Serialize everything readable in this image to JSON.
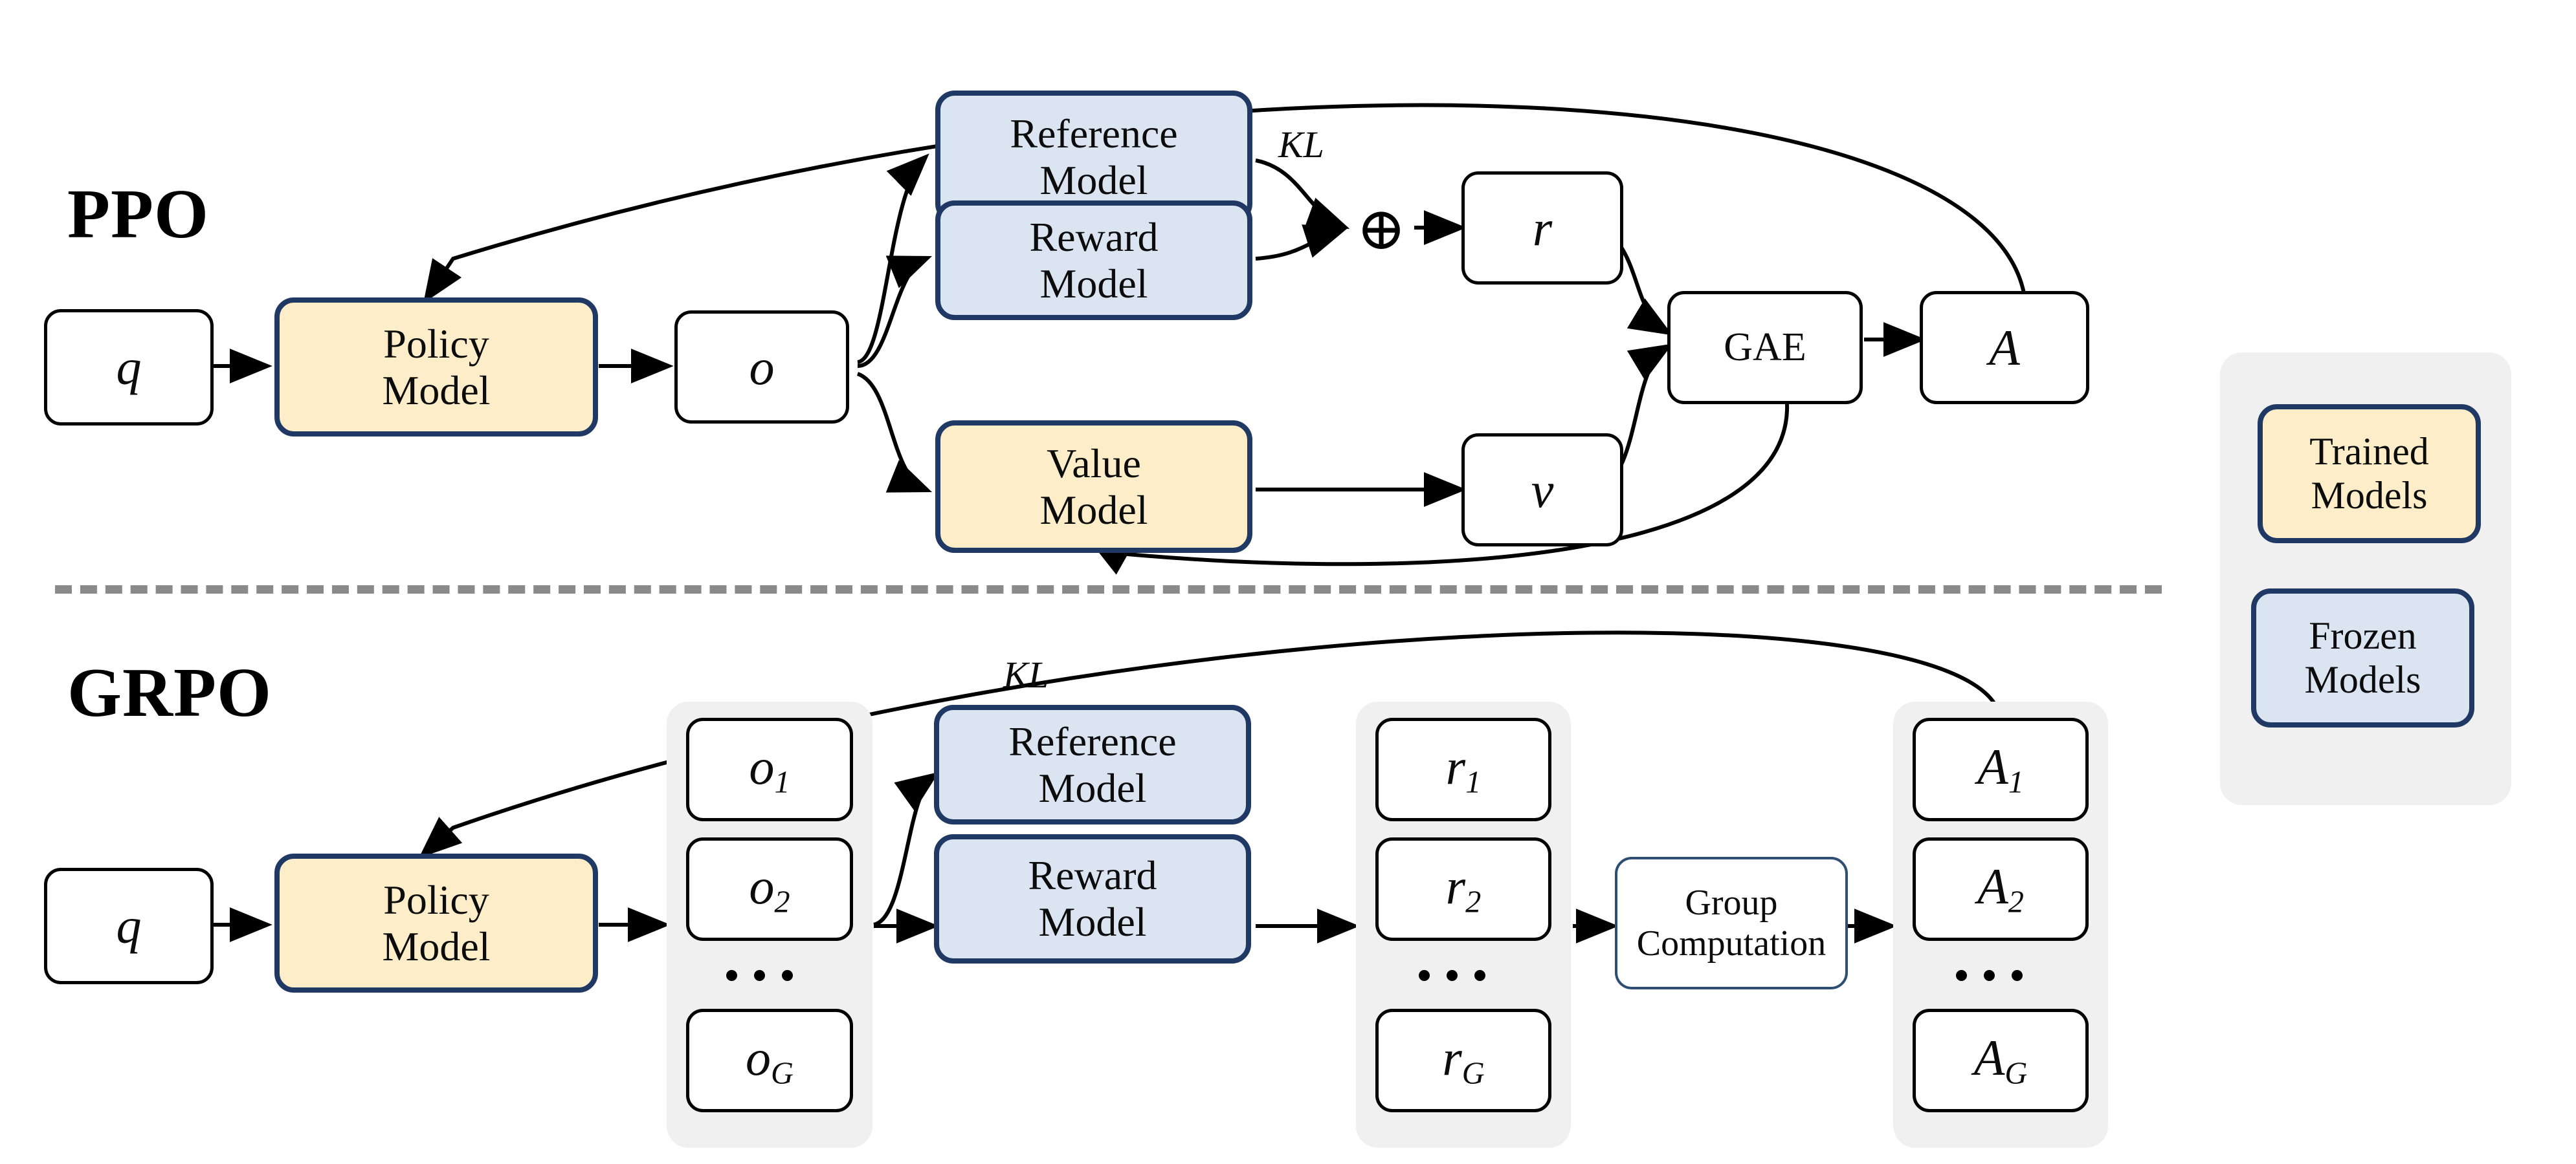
{
  "figure": {
    "type": "diagram",
    "description": "Comparison of PPO and GRPO reinforcement-learning pipelines"
  },
  "sections": {
    "ppo": {
      "title": "PPO",
      "nodes": {
        "q": "q",
        "policy_model": "Policy\nModel",
        "o": "o",
        "reference_model": "Reference\nModel",
        "reward_model": "Reward\nModel",
        "value_model": "Value\nModel",
        "r": "r",
        "v": "v",
        "gae": "GAE",
        "a": "A"
      },
      "annotations": {
        "kl": "KL",
        "oplus": "⊕"
      }
    },
    "grpo": {
      "title": "GRPO",
      "nodes": {
        "q": "q",
        "policy_model": "Policy\nModel",
        "reference_model": "Reference\nModel",
        "reward_model": "Reward\nModel",
        "group_computation": "Group\nComputation"
      },
      "annotations": {
        "kl": "KL",
        "ellipsis": "…"
      },
      "outputs_group": {
        "items": [
          "o₁",
          "o₂",
          "o_G"
        ],
        "item_1": "o",
        "item_1_sub": "1",
        "item_2": "o",
        "item_2_sub": "2",
        "item_3": "o",
        "item_3_sub": "G"
      },
      "rewards_group": {
        "items": [
          "r₁",
          "r₂",
          "r_G"
        ],
        "item_1": "r",
        "item_1_sub": "1",
        "item_2": "r",
        "item_2_sub": "2",
        "item_3": "r",
        "item_3_sub": "G"
      },
      "advantages_group": {
        "items": [
          "A₁",
          "A₂",
          "A_G"
        ],
        "item_1": "A",
        "item_1_sub": "1",
        "item_2": "A",
        "item_2_sub": "2",
        "item_3": "A",
        "item_3_sub": "G"
      }
    }
  },
  "legend": {
    "items": [
      {
        "label": "Trained\nModels",
        "swatch": "#fdeec9"
      },
      {
        "label": "Frozen\nModels",
        "swatch": "#dbe5f2"
      }
    ],
    "trained_label": "Trained\nModels",
    "frozen_label": "Frozen\nModels"
  },
  "colors": {
    "trained_fill": "#fdeec9",
    "frozen_fill": "#dbe5f2",
    "model_border": "#1f3864",
    "group_fill": "#f0f0f0",
    "divider": "#8a8a8a",
    "plain_border": "#000000",
    "thin_blue_border": "#2e4e74",
    "background": "#ffffff"
  }
}
